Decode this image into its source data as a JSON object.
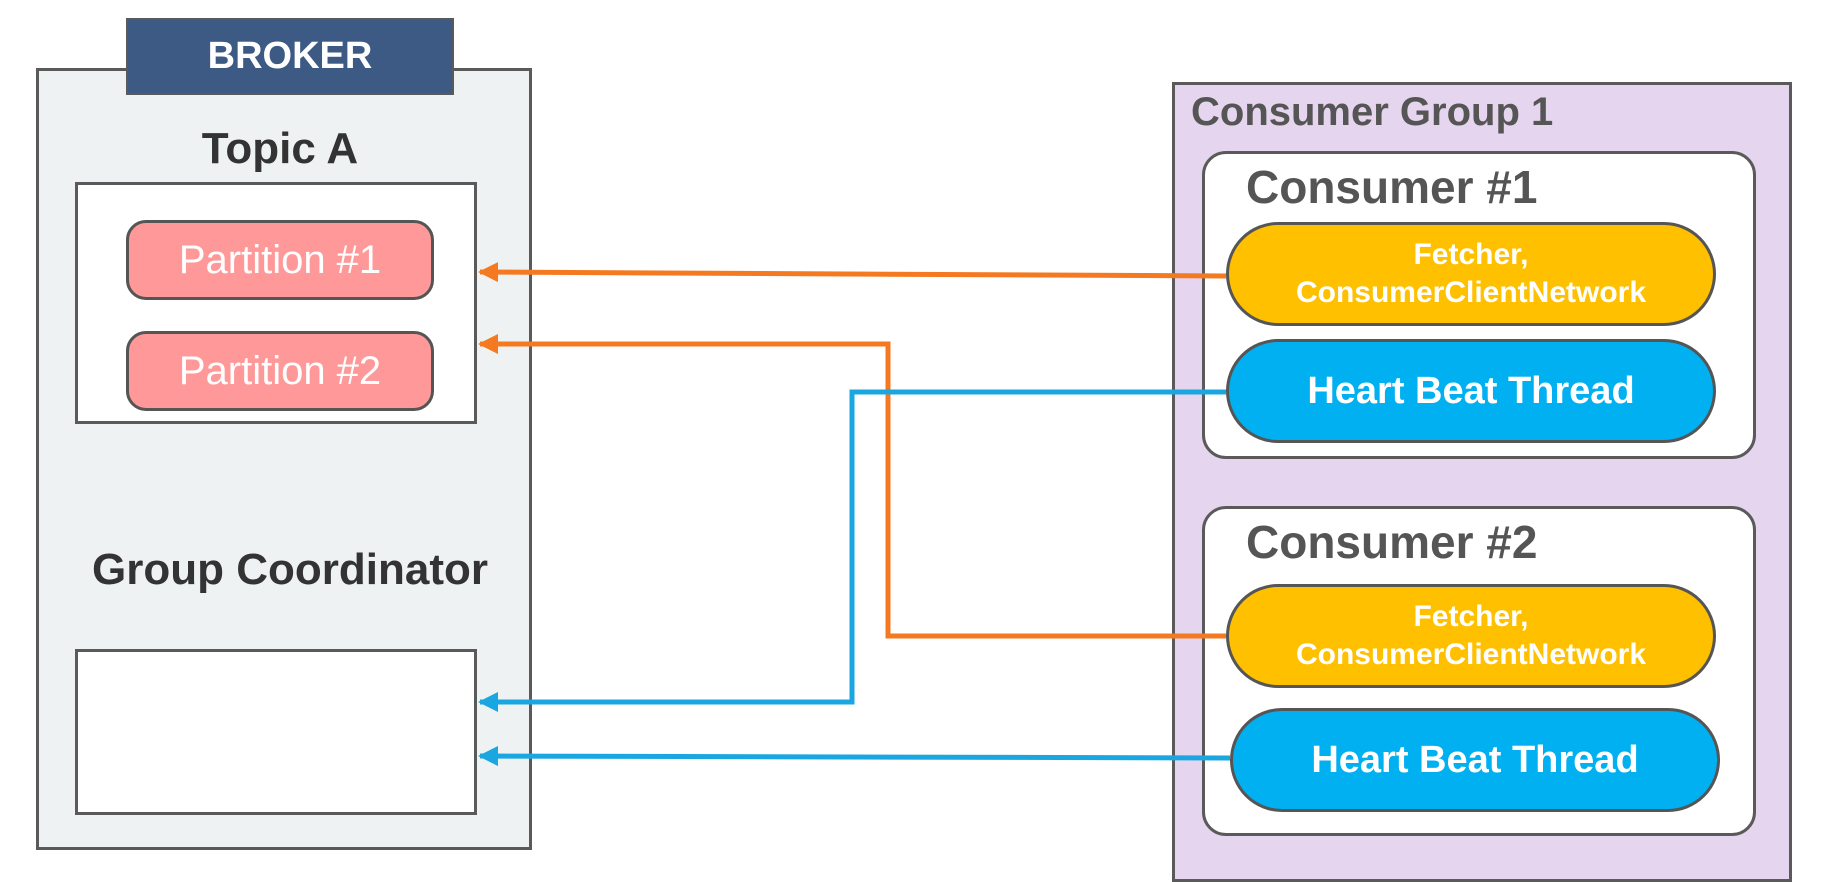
{
  "broker": {
    "label": "BROKER",
    "topic": {
      "title": "Topic A",
      "partitions": [
        {
          "label": "Partition #1"
        },
        {
          "label": "Partition #2"
        }
      ]
    },
    "coordinator": {
      "title": "Group Coordinator"
    }
  },
  "consumer_group": {
    "title": "Consumer Group 1",
    "consumers": [
      {
        "title": "Consumer #1",
        "fetcher_line1": "Fetcher,",
        "fetcher_line2": "ConsumerClientNetwork",
        "heartbeat": "Heart Beat Thread"
      },
      {
        "title": "Consumer #2",
        "fetcher_line1": "Fetcher,",
        "fetcher_line2": "ConsumerClientNetwork",
        "heartbeat": "Heart Beat Thread"
      }
    ]
  },
  "colors": {
    "fetch_arrow": "#f47920",
    "heartbeat_arrow": "#1aa7e1",
    "broker_tab": "#3d5a85",
    "partition": "#ff9999",
    "fetcher": "#ffc000",
    "heartbeat": "#00b0f0",
    "group_bg": "#e5d5ee"
  }
}
